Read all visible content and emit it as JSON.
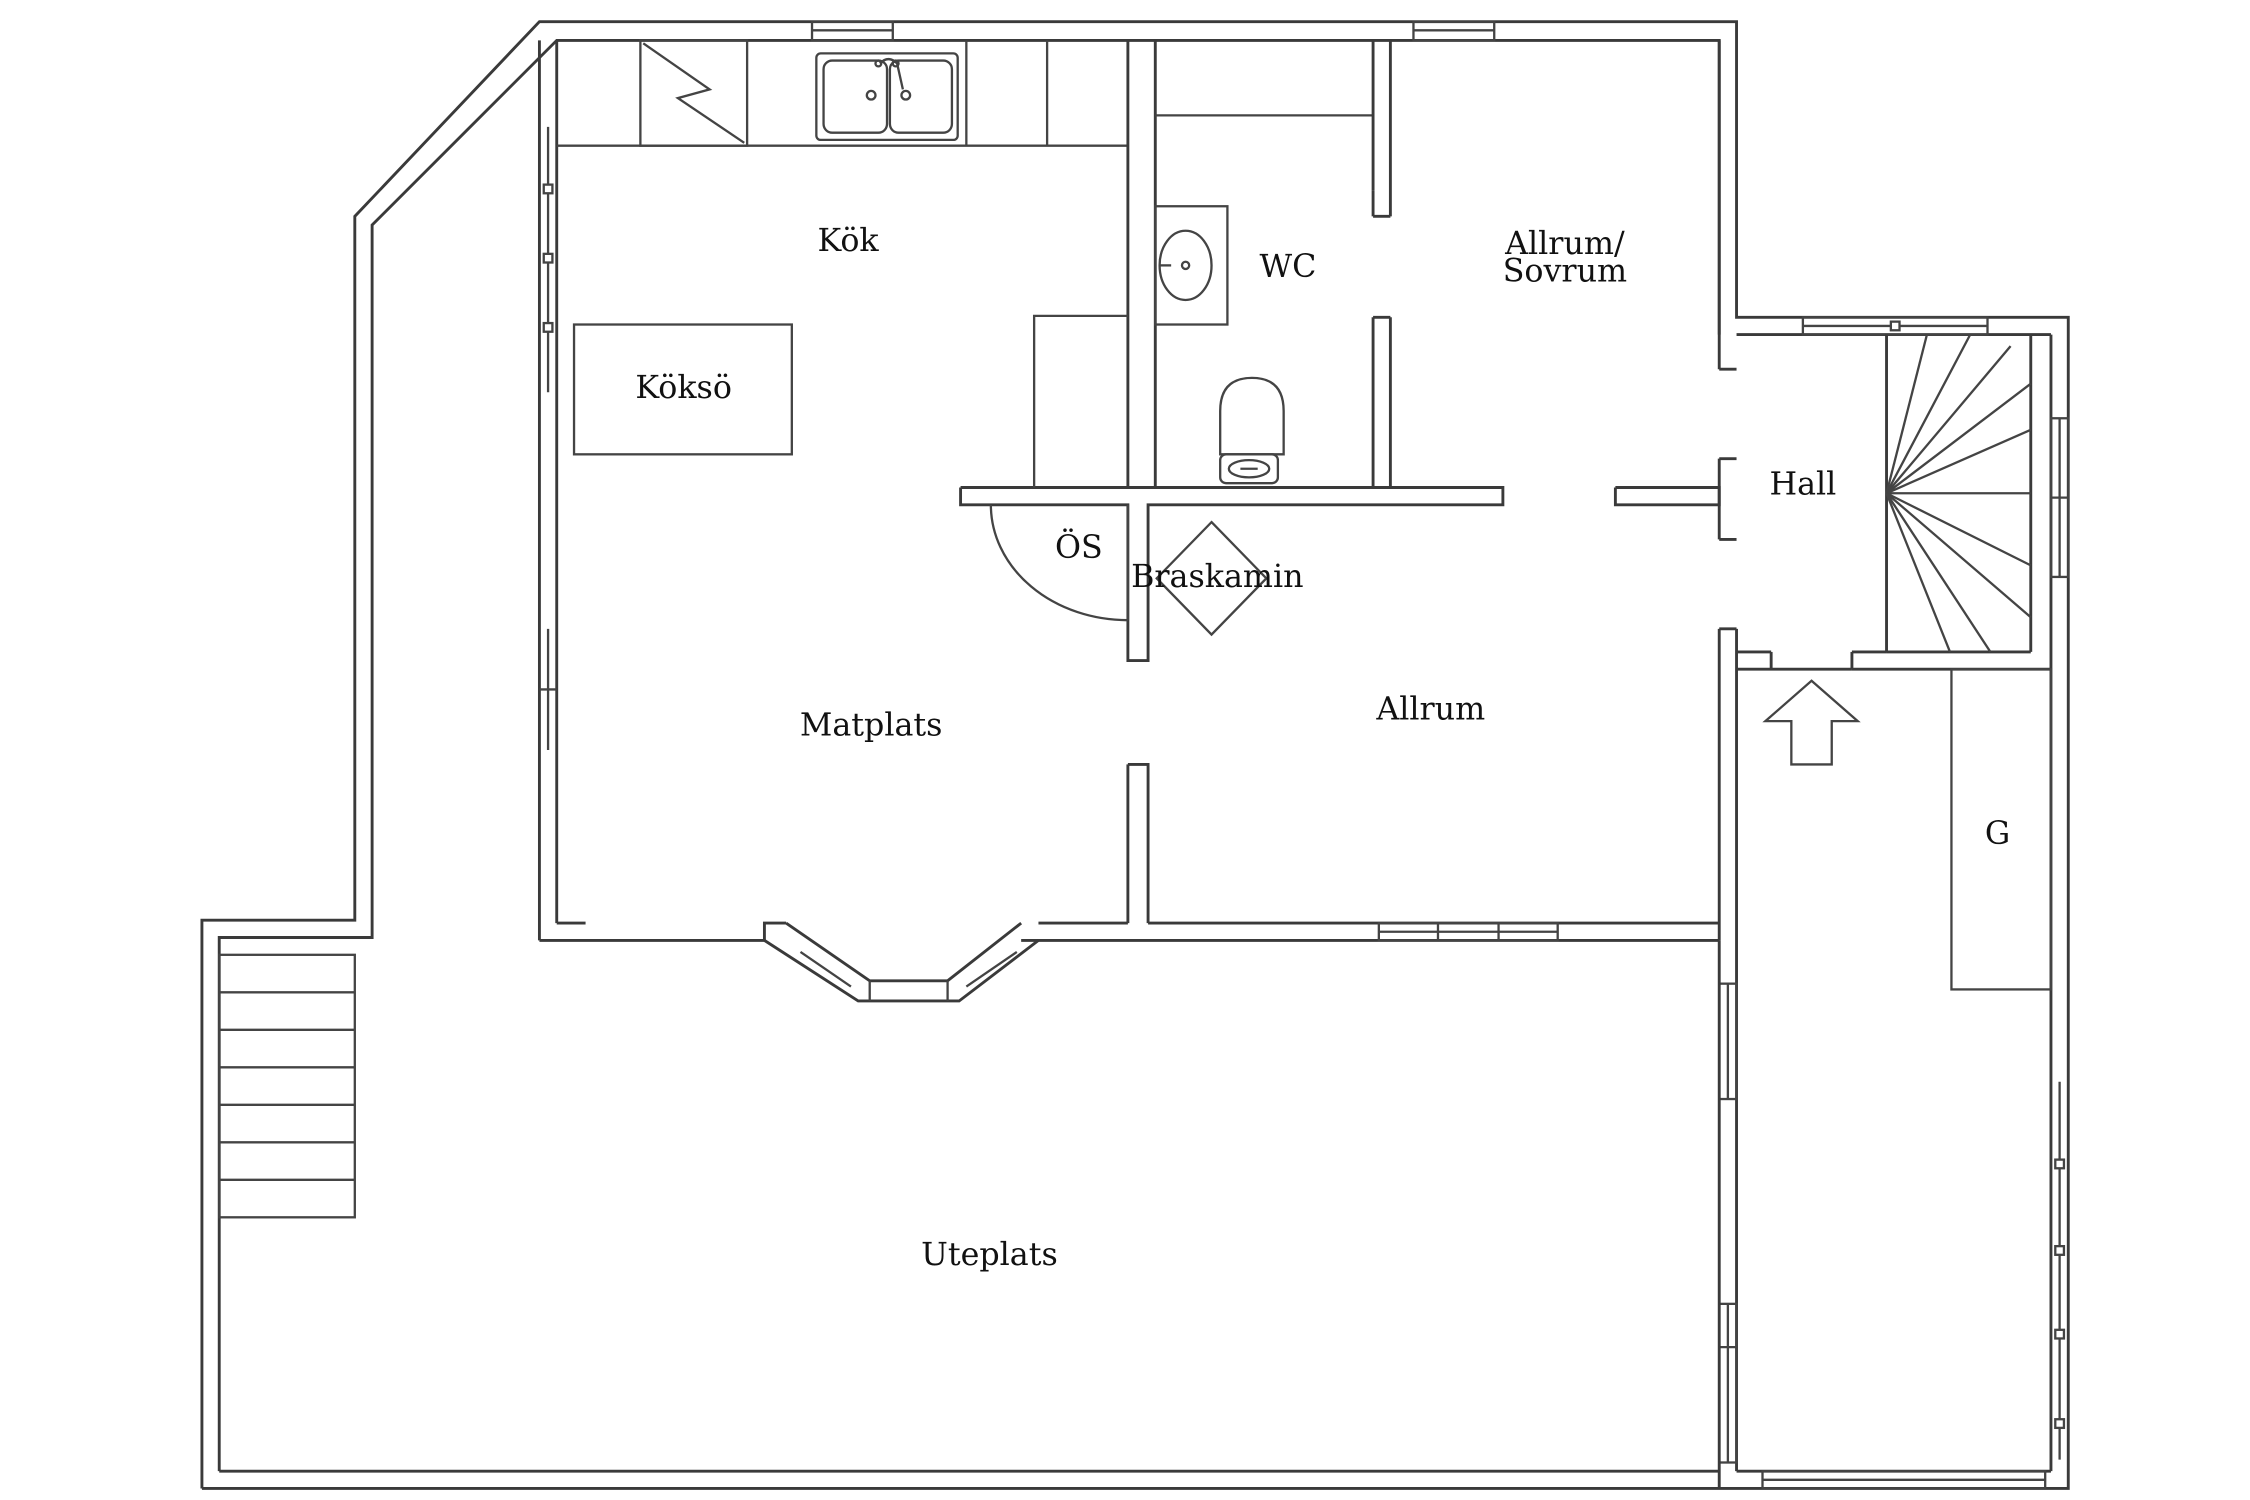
{
  "rooms": {
    "kok": "Kök",
    "koksoe": "Köksö",
    "wc": "WC",
    "allrum_sovrum_line1": "Allrum/",
    "allrum_sovrum_line2": "Sovrum",
    "hall": "Hall",
    "os": "ÖS",
    "braskamin": "Braskamin",
    "matplats": "Matplats",
    "allrum": "Allrum",
    "g": "G",
    "uteplats": "Uteplats"
  },
  "colors": {
    "line": "#3a3a3a",
    "background": "#ffffff"
  },
  "icons": [
    "stove-icon",
    "double-sink-icon",
    "washbasin-icon",
    "toilet-icon",
    "staircase-icon",
    "entrance-arrow-icon",
    "fireplace-icon",
    "door-swing-icon"
  ]
}
